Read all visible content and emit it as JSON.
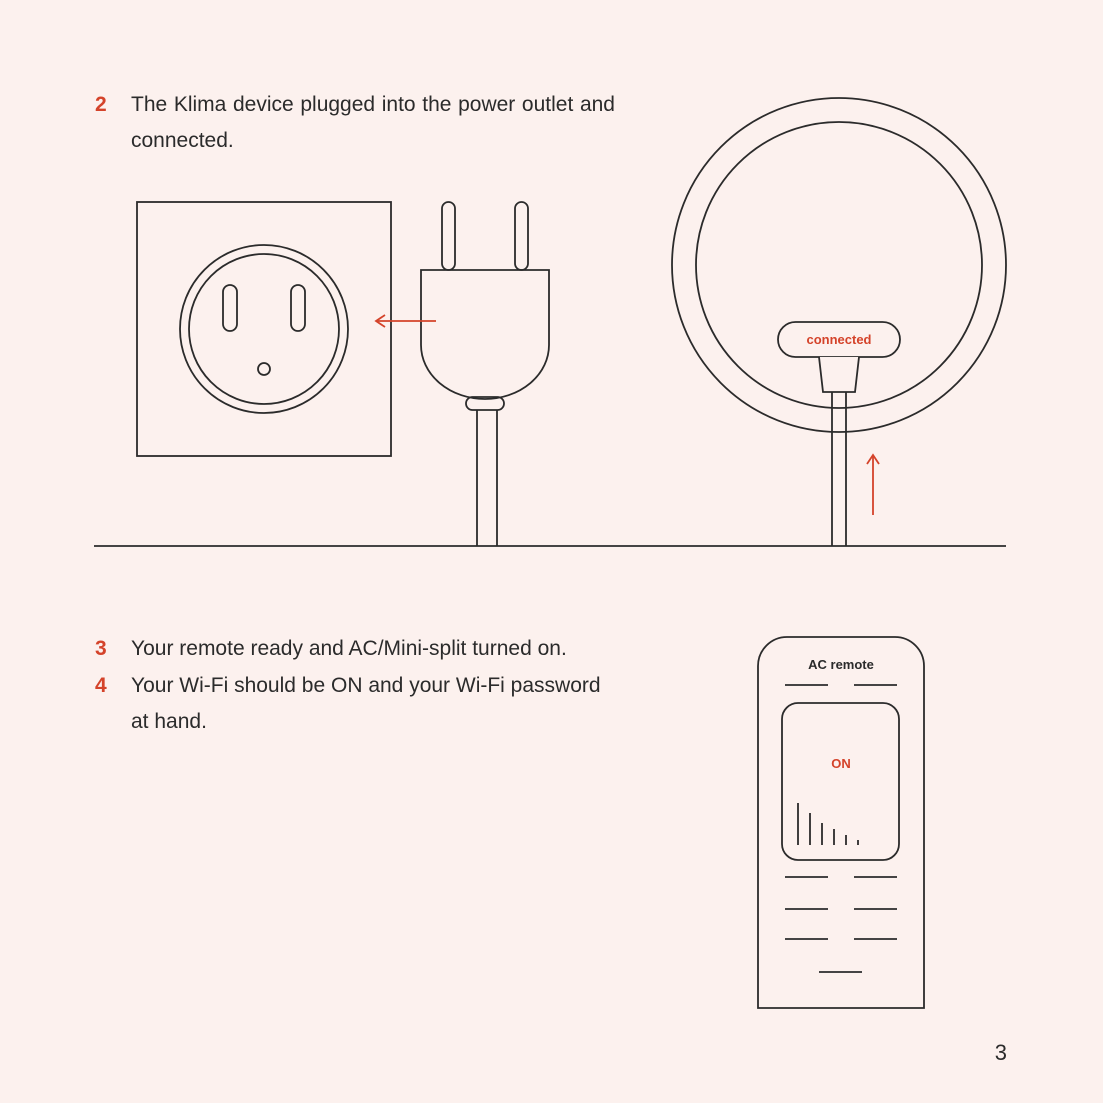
{
  "steps": [
    {
      "number": "2",
      "text": "The Klima device plugged into the power outlet and connected."
    },
    {
      "number": "3",
      "text": "Your remote ready and AC/Mini-split turned on."
    },
    {
      "number": "4",
      "text": "Your Wi-Fi should be ON and your Wi-Fi password at hand."
    }
  ],
  "illustration": {
    "device_status": "connected",
    "remote_title": "AC remote",
    "remote_display": "ON"
  },
  "page_number": "3",
  "colors": {
    "accent": "#d4432a",
    "line": "#2b2b2b",
    "background": "#fcf1ee"
  }
}
